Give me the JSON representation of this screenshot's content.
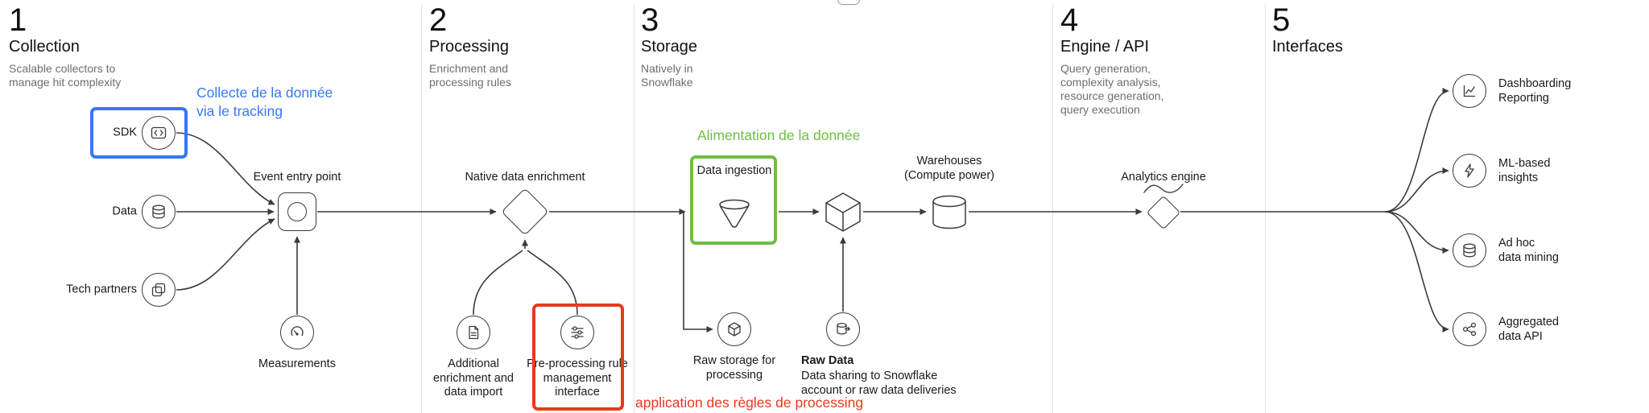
{
  "colors": {
    "blue": "#3478f6",
    "green": "#6fbe44",
    "red": "#e8391d",
    "line": "#3a3a3a",
    "muted_text": "#6e6e6e",
    "divider": "#e2e2e2"
  },
  "sections": {
    "collection": {
      "number": "1",
      "title": "Collection",
      "subtitle": "Scalable collectors to\nmanage hit complexity"
    },
    "processing": {
      "number": "2",
      "title": "Processing",
      "subtitle": "Enrichment and\nprocessing rules"
    },
    "storage": {
      "number": "3",
      "title": "Storage",
      "subtitle": "Natively in\nSnowflake"
    },
    "engine": {
      "number": "4",
      "title": "Engine / API",
      "subtitle": "Query generation,\ncomplexity analysis,\nresource generation,\nquery execution"
    },
    "interfaces": {
      "number": "5",
      "title": "Interfaces",
      "subtitle": ""
    }
  },
  "nodes": {
    "sdk": "SDK",
    "data": "Data",
    "tech_partners": "Tech partners",
    "event_entry": "Event entry point",
    "measurements": "Measurements",
    "native_enrichment": "Native data enrichment",
    "additional_enrichment": "Additional\nenrichment and\ndata import",
    "preprocessing": "Pre-processing rule\nmanagement\ninterface",
    "data_ingestion": "Data ingestion",
    "warehouses": "Warehouses\n(Compute power)",
    "raw_storage": "Raw storage for\nprocessing",
    "raw_data_title": "Raw Data",
    "raw_data_desc": "Data sharing to Snowflake\naccount or raw data deliveries",
    "analytics_engine": "Analytics engine",
    "dashboarding": "Dashboarding\nReporting",
    "ml_insights": "ML-based\ninsights",
    "adhoc_mining": "Ad hoc\ndata mining",
    "aggregated_api": "Aggregated\ndata API"
  },
  "annotations": {
    "blue_note": "Collecte de la donnée\nvia le tracking",
    "green_note": "Alimentation de la donnée",
    "red_note": "application des règles de processing"
  },
  "icons": {
    "sdk": "code-icon",
    "data": "database-icon",
    "tech_partners": "overlapping-squares-icon",
    "event_entry": "circle-in-square-icon",
    "measurements": "gauge-icon",
    "native_enrichment": "diamond-shape",
    "additional_enrichment": "document-icon",
    "preprocessing": "sliders-icon",
    "data_ingestion": "funnel-icon",
    "transform": "cube-icon",
    "warehouses": "cylinder-icon",
    "raw_storage": "box-icon",
    "raw_data": "database-share-icon",
    "analytics_engine": "diamond-wave-icon",
    "dashboarding": "line-chart-icon",
    "ml_insights": "lightning-icon",
    "adhoc_mining": "database-icon",
    "aggregated_api": "share-nodes-icon"
  }
}
